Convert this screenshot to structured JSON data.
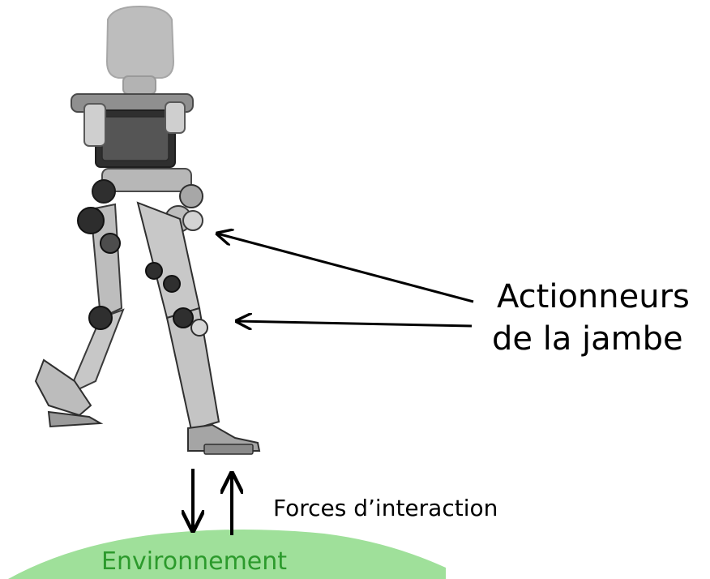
{
  "labels": {
    "actuators_line1": "Actionneurs",
    "actuators_line2": "de la jambe",
    "forces": "Forces d’interaction",
    "environment": "Environnement"
  },
  "colors": {
    "ground_fill": "#9fe09a",
    "ground_text": "#2c9a2c",
    "robot_head": "#b9b9b9",
    "robot_frame": "#c9c9c9",
    "robot_dark": "#2a2a2a",
    "robot_mid": "#7a7a7a",
    "arrow": "#000000"
  },
  "icons": {
    "robot": "humanoid-robot-walking",
    "arrow_down": "down-arrow",
    "arrow_up": "up-arrow"
  }
}
